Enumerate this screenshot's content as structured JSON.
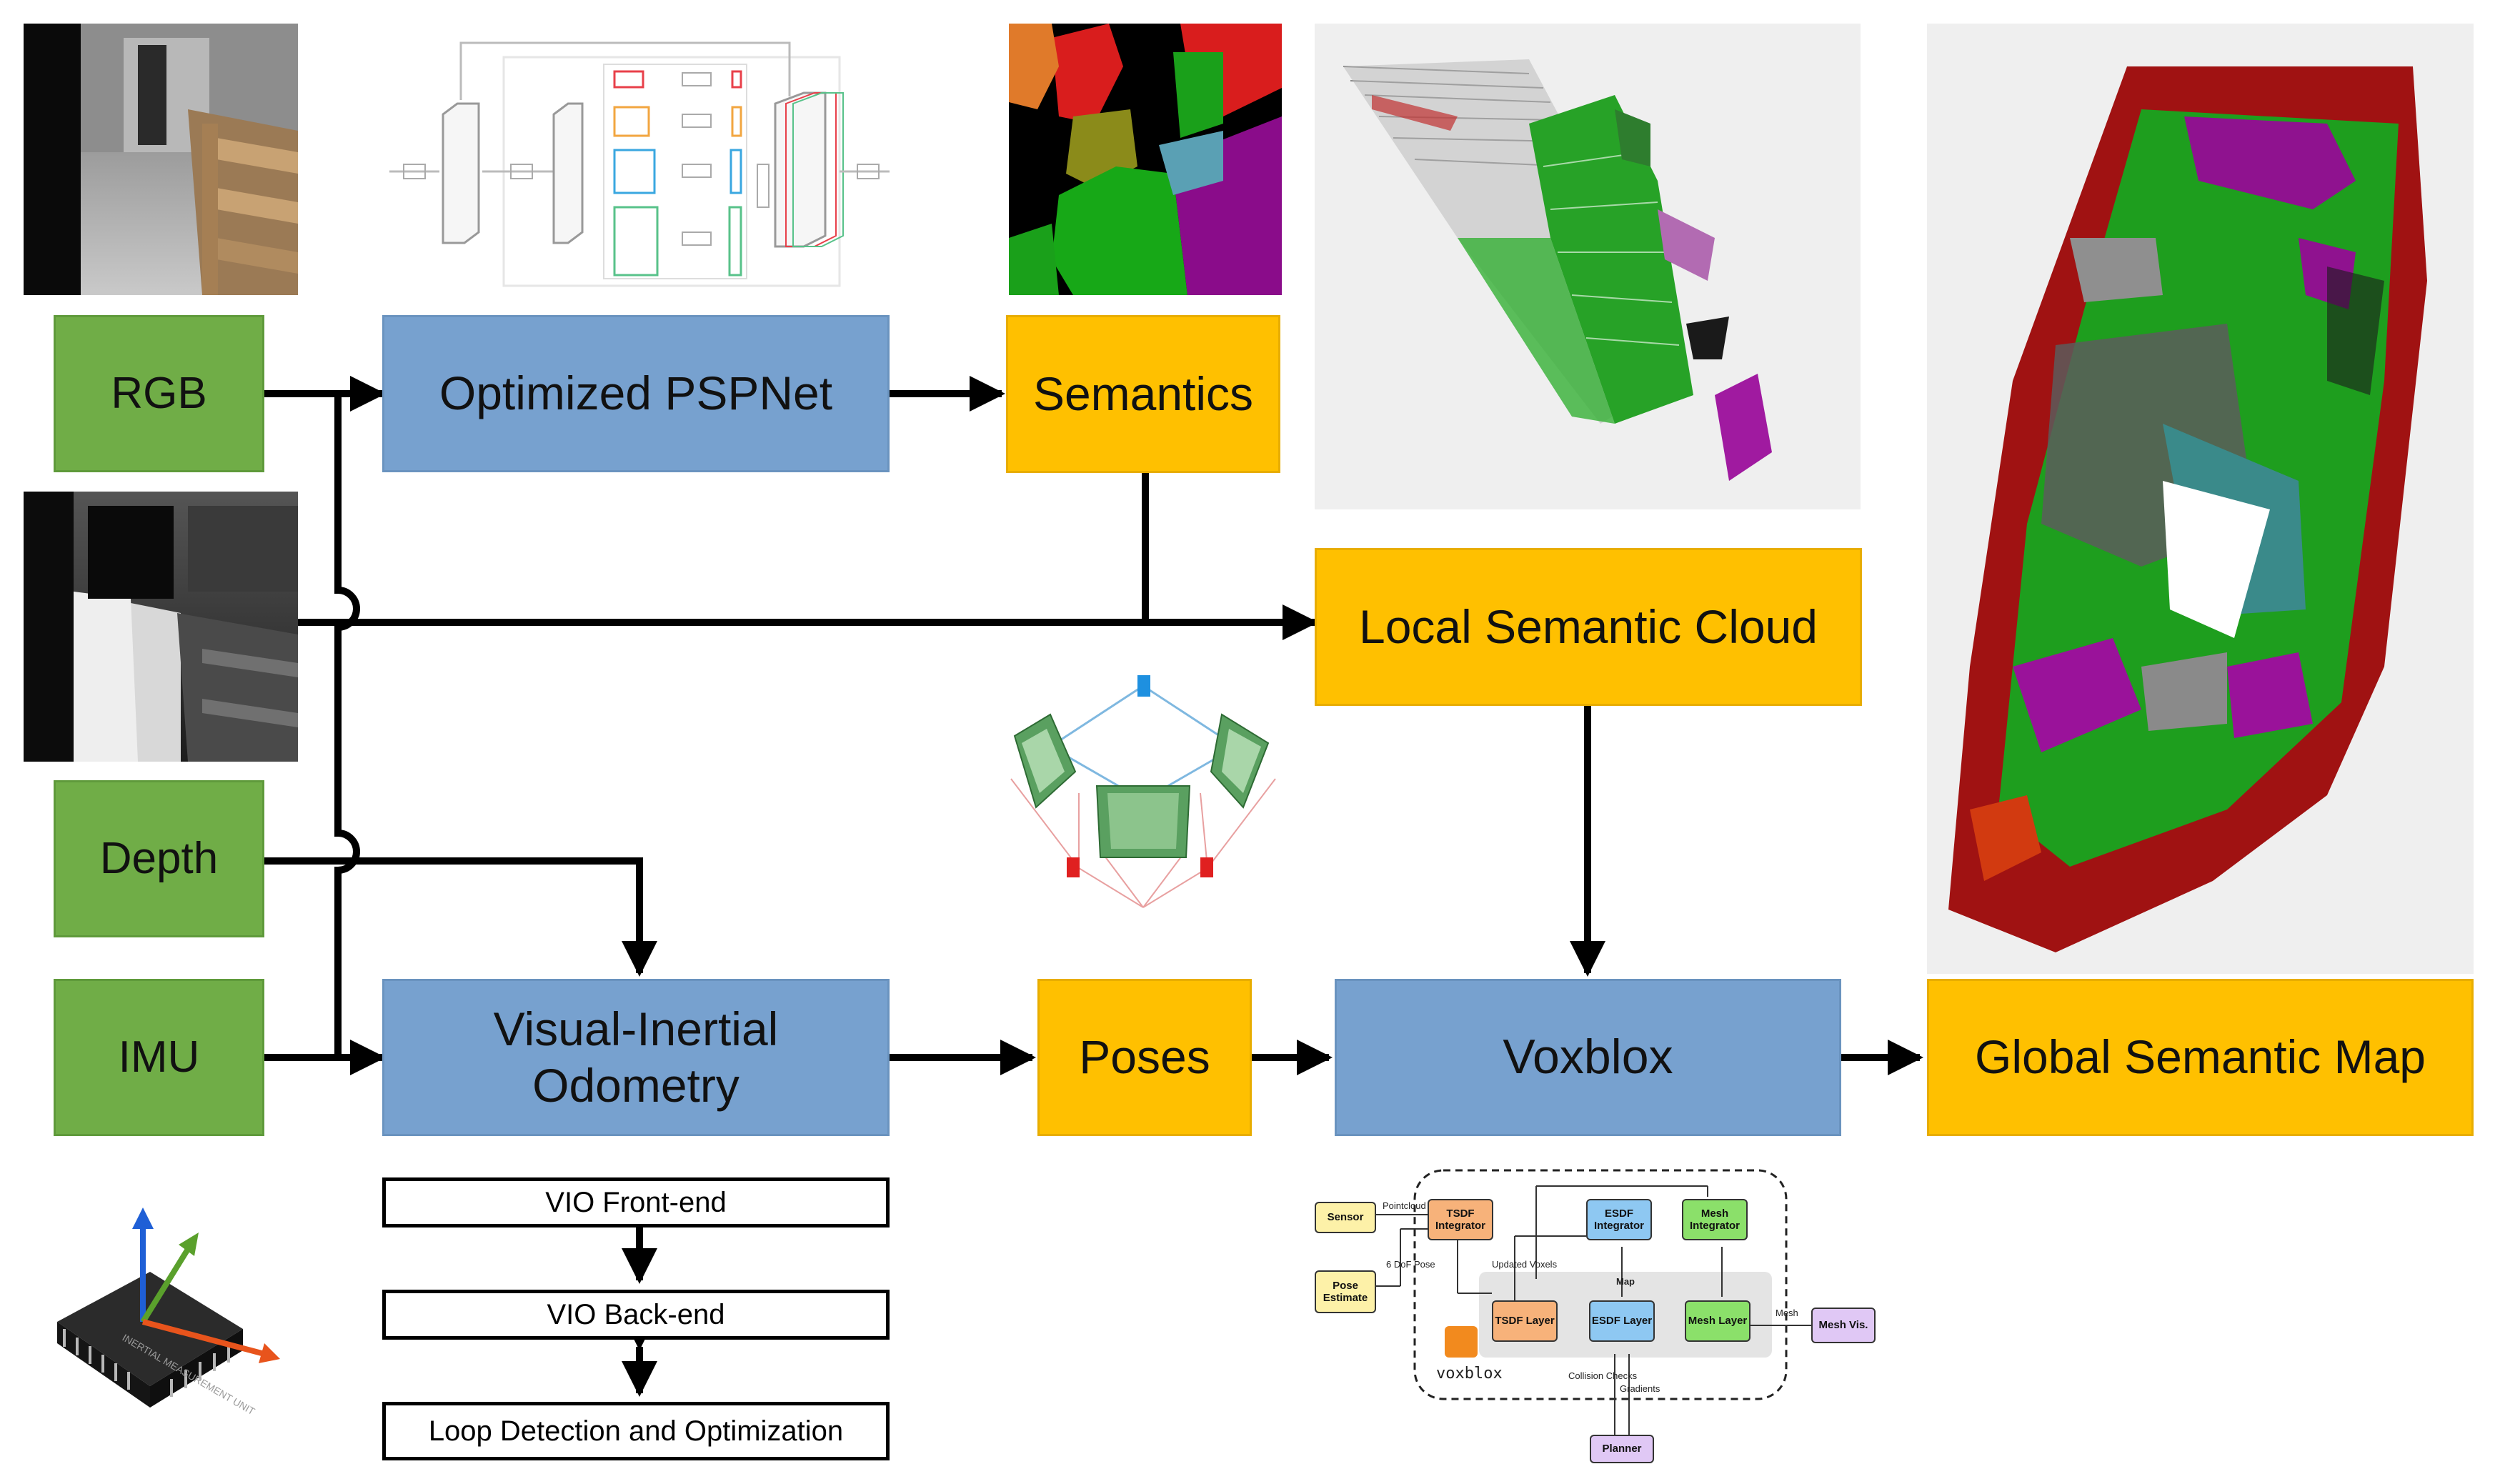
{
  "inputs": {
    "rgb": "RGB",
    "depth": "Depth",
    "imu": "IMU"
  },
  "processing": {
    "pspnet": "Optimized PSPNet",
    "vio_line1": "Visual-Inertial",
    "vio_line2": "Odometry",
    "voxblox": "Voxblox"
  },
  "outputs": {
    "semantics": "Semantics",
    "local_cloud": "Local Semantic Cloud",
    "poses": "Poses",
    "global_map": "Global Semantic Map"
  },
  "vio_stages": [
    "VIO Front-end",
    "VIO Back-end",
    "Loop Detection and Optimization"
  ],
  "imu_chip_text": "INERTIAL MEASUREMENT UNIT",
  "voxblox_diagram": {
    "sensor": "Sensor",
    "pose_estimate": "Pose Estimate",
    "tsdf_integrator": "TSDF Integrator",
    "esdf_integrator": "ESDF Integrator",
    "mesh_integrator": "Mesh Integrator",
    "tsdf_layer": "TSDF Layer",
    "esdf_layer": "ESDF Layer",
    "mesh_layer": "Mesh Layer",
    "mesh_vis": "Mesh Vis.",
    "planner": "Planner",
    "map": "Map",
    "logo": "voxblox",
    "edge_pointcloud": "Pointcloud",
    "edge_pose": "6 DoF Pose",
    "edge_updated_voxels": "Updated Voxels",
    "edge_mesh": "Mesh",
    "edge_collision": "Collision Checks",
    "edge_gradients": "Gradients"
  },
  "colors": {
    "input_green": "#70ad47",
    "process_blue": "#77a1cf",
    "output_yellow": "#ffc000"
  }
}
